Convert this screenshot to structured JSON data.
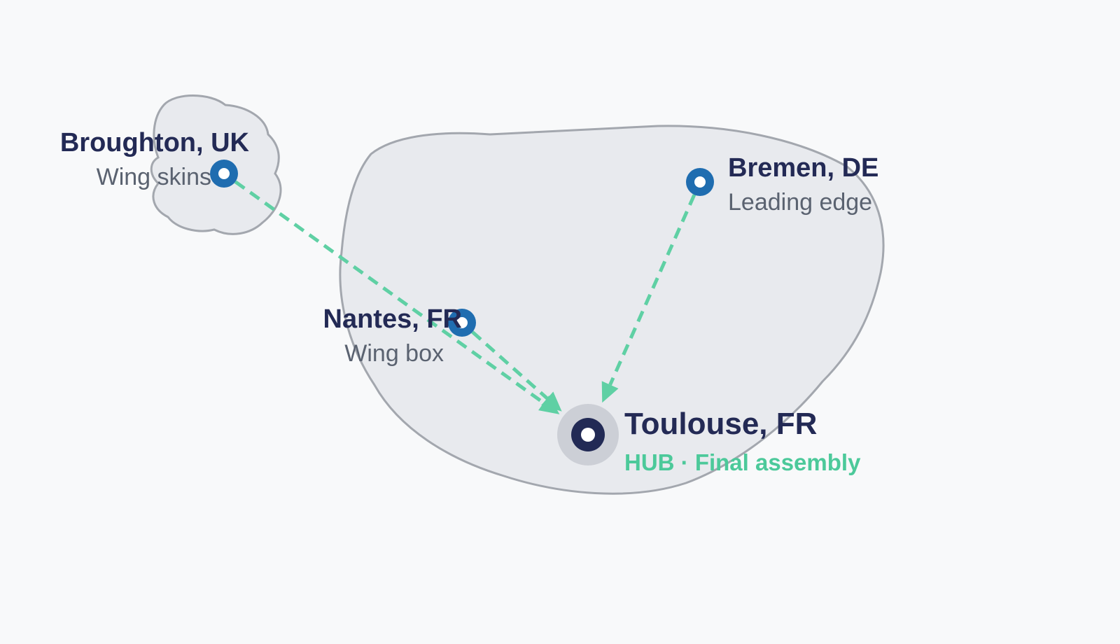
{
  "colors": {
    "route": "#5fd0a4",
    "site_marker": "#1f6db0",
    "hub_marker": "#222a55",
    "hub_label": "#4cc99a",
    "land": "#e8eaee",
    "land_border": "#a3a7ae"
  },
  "sites": [
    {
      "city": "Broughton, UK",
      "role": "Wing skins",
      "icon": "site-marker-icon"
    },
    {
      "city": "Bremen, DE",
      "role": "Leading edge",
      "icon": "site-marker-icon"
    },
    {
      "city": "Nantes, FR",
      "role": "Wing box",
      "icon": "site-marker-icon"
    }
  ],
  "hub": {
    "city": "Toulouse, FR",
    "role": "HUB · Final assembly",
    "icon": "hub-marker-icon"
  },
  "routes": [
    {
      "from": "Broughton, UK",
      "to": "Toulouse, FR"
    },
    {
      "from": "Bremen, DE",
      "to": "Toulouse, FR"
    },
    {
      "from": "Nantes, FR",
      "to": "Toulouse, FR"
    }
  ]
}
